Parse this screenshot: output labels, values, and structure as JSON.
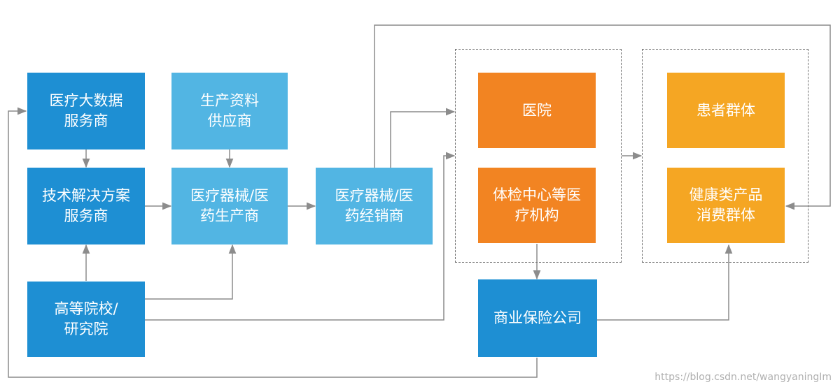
{
  "colors": {
    "dark_blue": "#1e8fd3",
    "light_blue": "#52b5e3",
    "orange": "#f28422",
    "amber": "#f5a623",
    "connector": "#8c8c8c"
  },
  "nodes": {
    "big_data": {
      "line1": "医疗大数据",
      "line2": "服务商"
    },
    "materials": {
      "line1": "生产资料",
      "line2": "供应商"
    },
    "tech_solution": {
      "line1": "技术解决方案",
      "line2": "服务商"
    },
    "manufacturer": {
      "line1": "医疗器械/医",
      "line2": "药生产商"
    },
    "distributor": {
      "line1": "医疗器械/医",
      "line2": "药经销商"
    },
    "university": {
      "line1": "高等院校/",
      "line2": "研究院"
    },
    "hospital": {
      "line1": "医院"
    },
    "checkup": {
      "line1": "体检中心等医",
      "line2": "疗机构"
    },
    "insurance": {
      "line1": "商业保险公司"
    },
    "patients": {
      "line1": "患者群体"
    },
    "consumers": {
      "line1": "健康类产品",
      "line2": "消费群体"
    }
  },
  "watermark": "https://blog.csdn.net/wangyaningIm"
}
